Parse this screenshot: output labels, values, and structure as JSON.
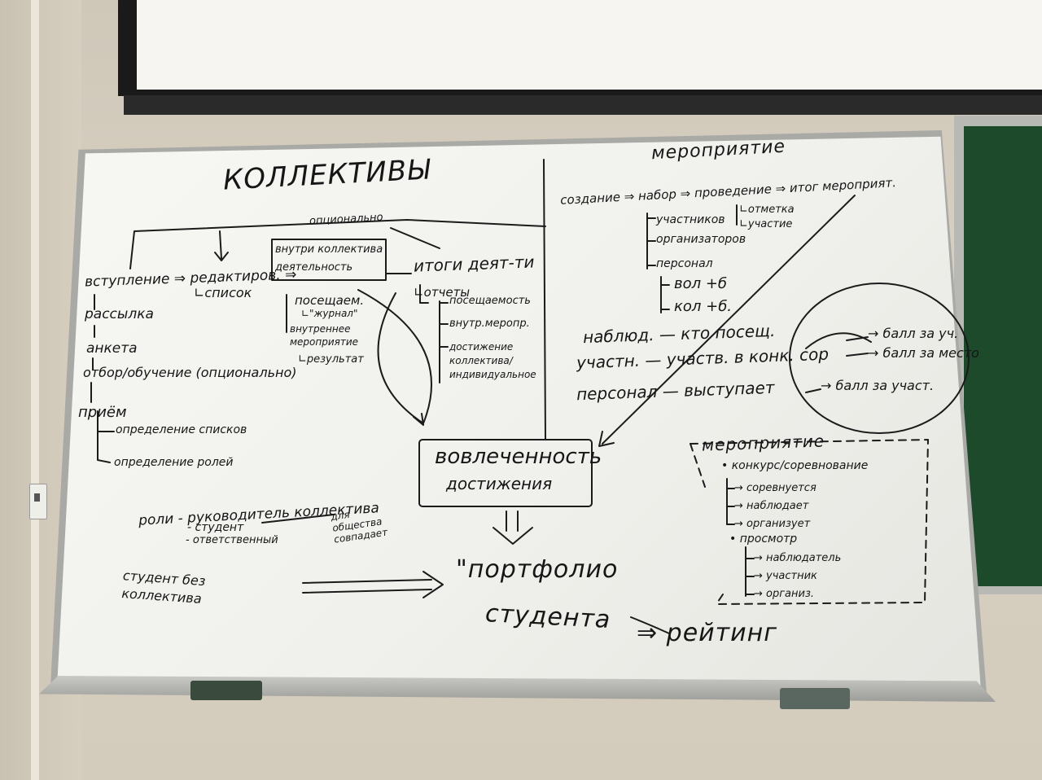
{
  "left": {
    "title": "КОЛЛЕКТИВЫ",
    "optional_note": "опционально",
    "flow_start": "вступление ⇒ редактиров. ⇒",
    "spisok": "∟список",
    "inner_activity": "внутри коллектива деятельность",
    "attendance": "посещаем.",
    "journal": "∟\"журнал\"",
    "internal_event": "внутреннее мероприятие",
    "result": "∟результат",
    "results_title": "итоги деят-ти",
    "reports": "∟отчеты",
    "report_items": [
      "посещаемость",
      "внутр.меропр.",
      "достижение коллектива/ индивидуальное"
    ],
    "process": [
      "рассылка",
      "анкета",
      "отбор/обучение (опционально)",
      "приём"
    ],
    "reception_branches": [
      "определение списков",
      "определение ролей"
    ],
    "roles": "роли - руководитель коллектива",
    "role_items": [
      "- студент",
      "- ответственный"
    ],
    "society_note": "для общества совпадает",
    "student_no_group": "студент без коллектива"
  },
  "center": {
    "engagement": "вовлеченность",
    "achievements": "достижения",
    "portfolio": "\"портфолио",
    "student": "студента",
    "rating": "⇒ рейтинг"
  },
  "right": {
    "title": "мероприятие",
    "pipeline": "создание ⇒ набор ⇒ проведение ⇒ итог мероприят.",
    "holding_notes": [
      "∟отметка",
      "∟участие"
    ],
    "set_items": [
      "участников",
      "организаторов",
      "персонал"
    ],
    "staff_items": [
      "вол +б",
      "кол +б."
    ],
    "roles_lines": [
      "наблюд. — кто посещ.",
      "участн. — участв. в конк. сор",
      "персонал — выступает"
    ],
    "points": [
      "→ балл за уч.",
      "→ балл за место",
      "→ балл за участ."
    ]
  },
  "events_box": {
    "title": "мероприятие",
    "contest": "• конкурс/соревнование",
    "contest_items": [
      "→ соревнуется",
      "→ наблюдает",
      "→ организует"
    ],
    "show": "• просмотр",
    "show_items": [
      "→ наблюдатель",
      "→ участник",
      "→ организ."
    ]
  }
}
